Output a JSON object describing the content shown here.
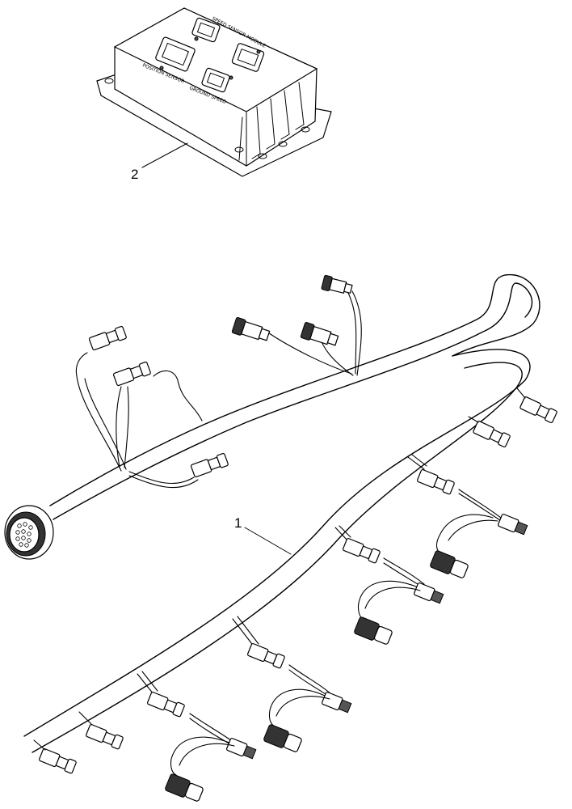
{
  "callouts": {
    "harness_number": "1",
    "module_number": "2"
  },
  "module_labels": {
    "top": "SPEED SENSOR MODULE",
    "left": "POSITION SENSOR",
    "right": "GROUND SPEED"
  },
  "colors": {
    "line": "#000000",
    "background": "#ffffff",
    "connector_fill": "#555555"
  }
}
